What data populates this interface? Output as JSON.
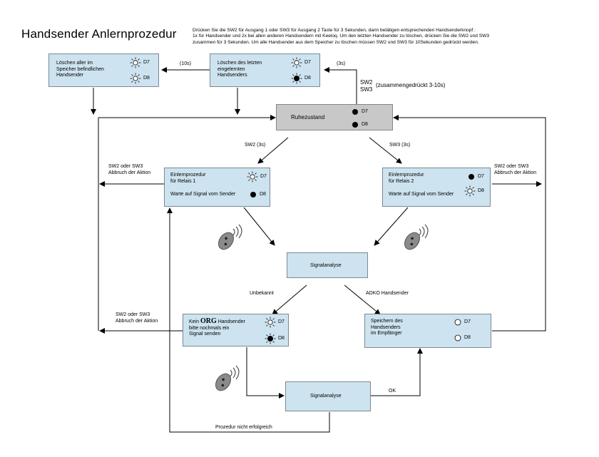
{
  "title": "Handsender Anlernprozedur",
  "intro": {
    "line1": "Drücken Sie die SW2 für Ausgang 1 oder SW3 für Ausgang 2 Taste für 3 Sekunden, dann betätigen entsprechenden Handsenderknopf :",
    "line2": "1x für             Handsender und 2x bei allen anderen Handsendern mit Keeloq. Um den letzten Handsender zu löschen, drücken Sie die SW2 und SW3",
    "line3": "zusammen für 3 Sekunden. Um alle Handsender aus dem Speicher zu löschen müssen SW2 und SW3 für 10Sekunden gedrückt werden."
  },
  "boxes": {
    "delete_all": "Löschen aller im\nSpeicher befindlichen\nHandsender",
    "delete_last": "Löschen des letzten\neingelernten\nHandsenders",
    "idle": "Ruhezustand",
    "learn1_title": "Einlernprozedur\nfür Relais 1",
    "learn1_wait": "Warte auf Signal vom Sender",
    "learn2_title": "Einlernprozedur\nfür Relais 2",
    "learn2_wait": "Warte auf Signal vom Sender",
    "analysis1": "Signalanalyse",
    "unknown_pre": "Kein ",
    "unknown_brand": "ORG",
    "unknown_post": " Handsender\nbitte nochmals ein\nSignal senden",
    "store": "Speichern des\nHandsenders\nim Empfänger",
    "analysis2": "Signalanalyse"
  },
  "indicators": {
    "d7": "D7",
    "d8": "D8"
  },
  "labels": {
    "t10s": "(10s)",
    "t3s": "(3s)",
    "sw2": "SW2",
    "sw3": "SW3",
    "together": "(zusammengedrückt 3-10s)",
    "sw2_3s": "SW2 (3s)",
    "sw3_3s": "SW3 (3s)",
    "abort_left1": "SW2 oder SW3\nAbbruch der Aktion",
    "abort_right": "SW2 oder SW3\nAbbruch der Aktion",
    "abort_left2": "SW2 oder SW3\nAbbruch der Aktion",
    "unknown": "Unbekannt",
    "adko": "ADKO Handsender",
    "ok": "OK",
    "failed": "Prozedur nicht erfolgreich"
  },
  "icons": [
    "led-on-icon",
    "led-off-icon",
    "led-blink-icon",
    "remote-control-icon"
  ],
  "colors": {
    "box_fill": "#cde3ef",
    "idle_fill": "#c8c8c8"
  }
}
